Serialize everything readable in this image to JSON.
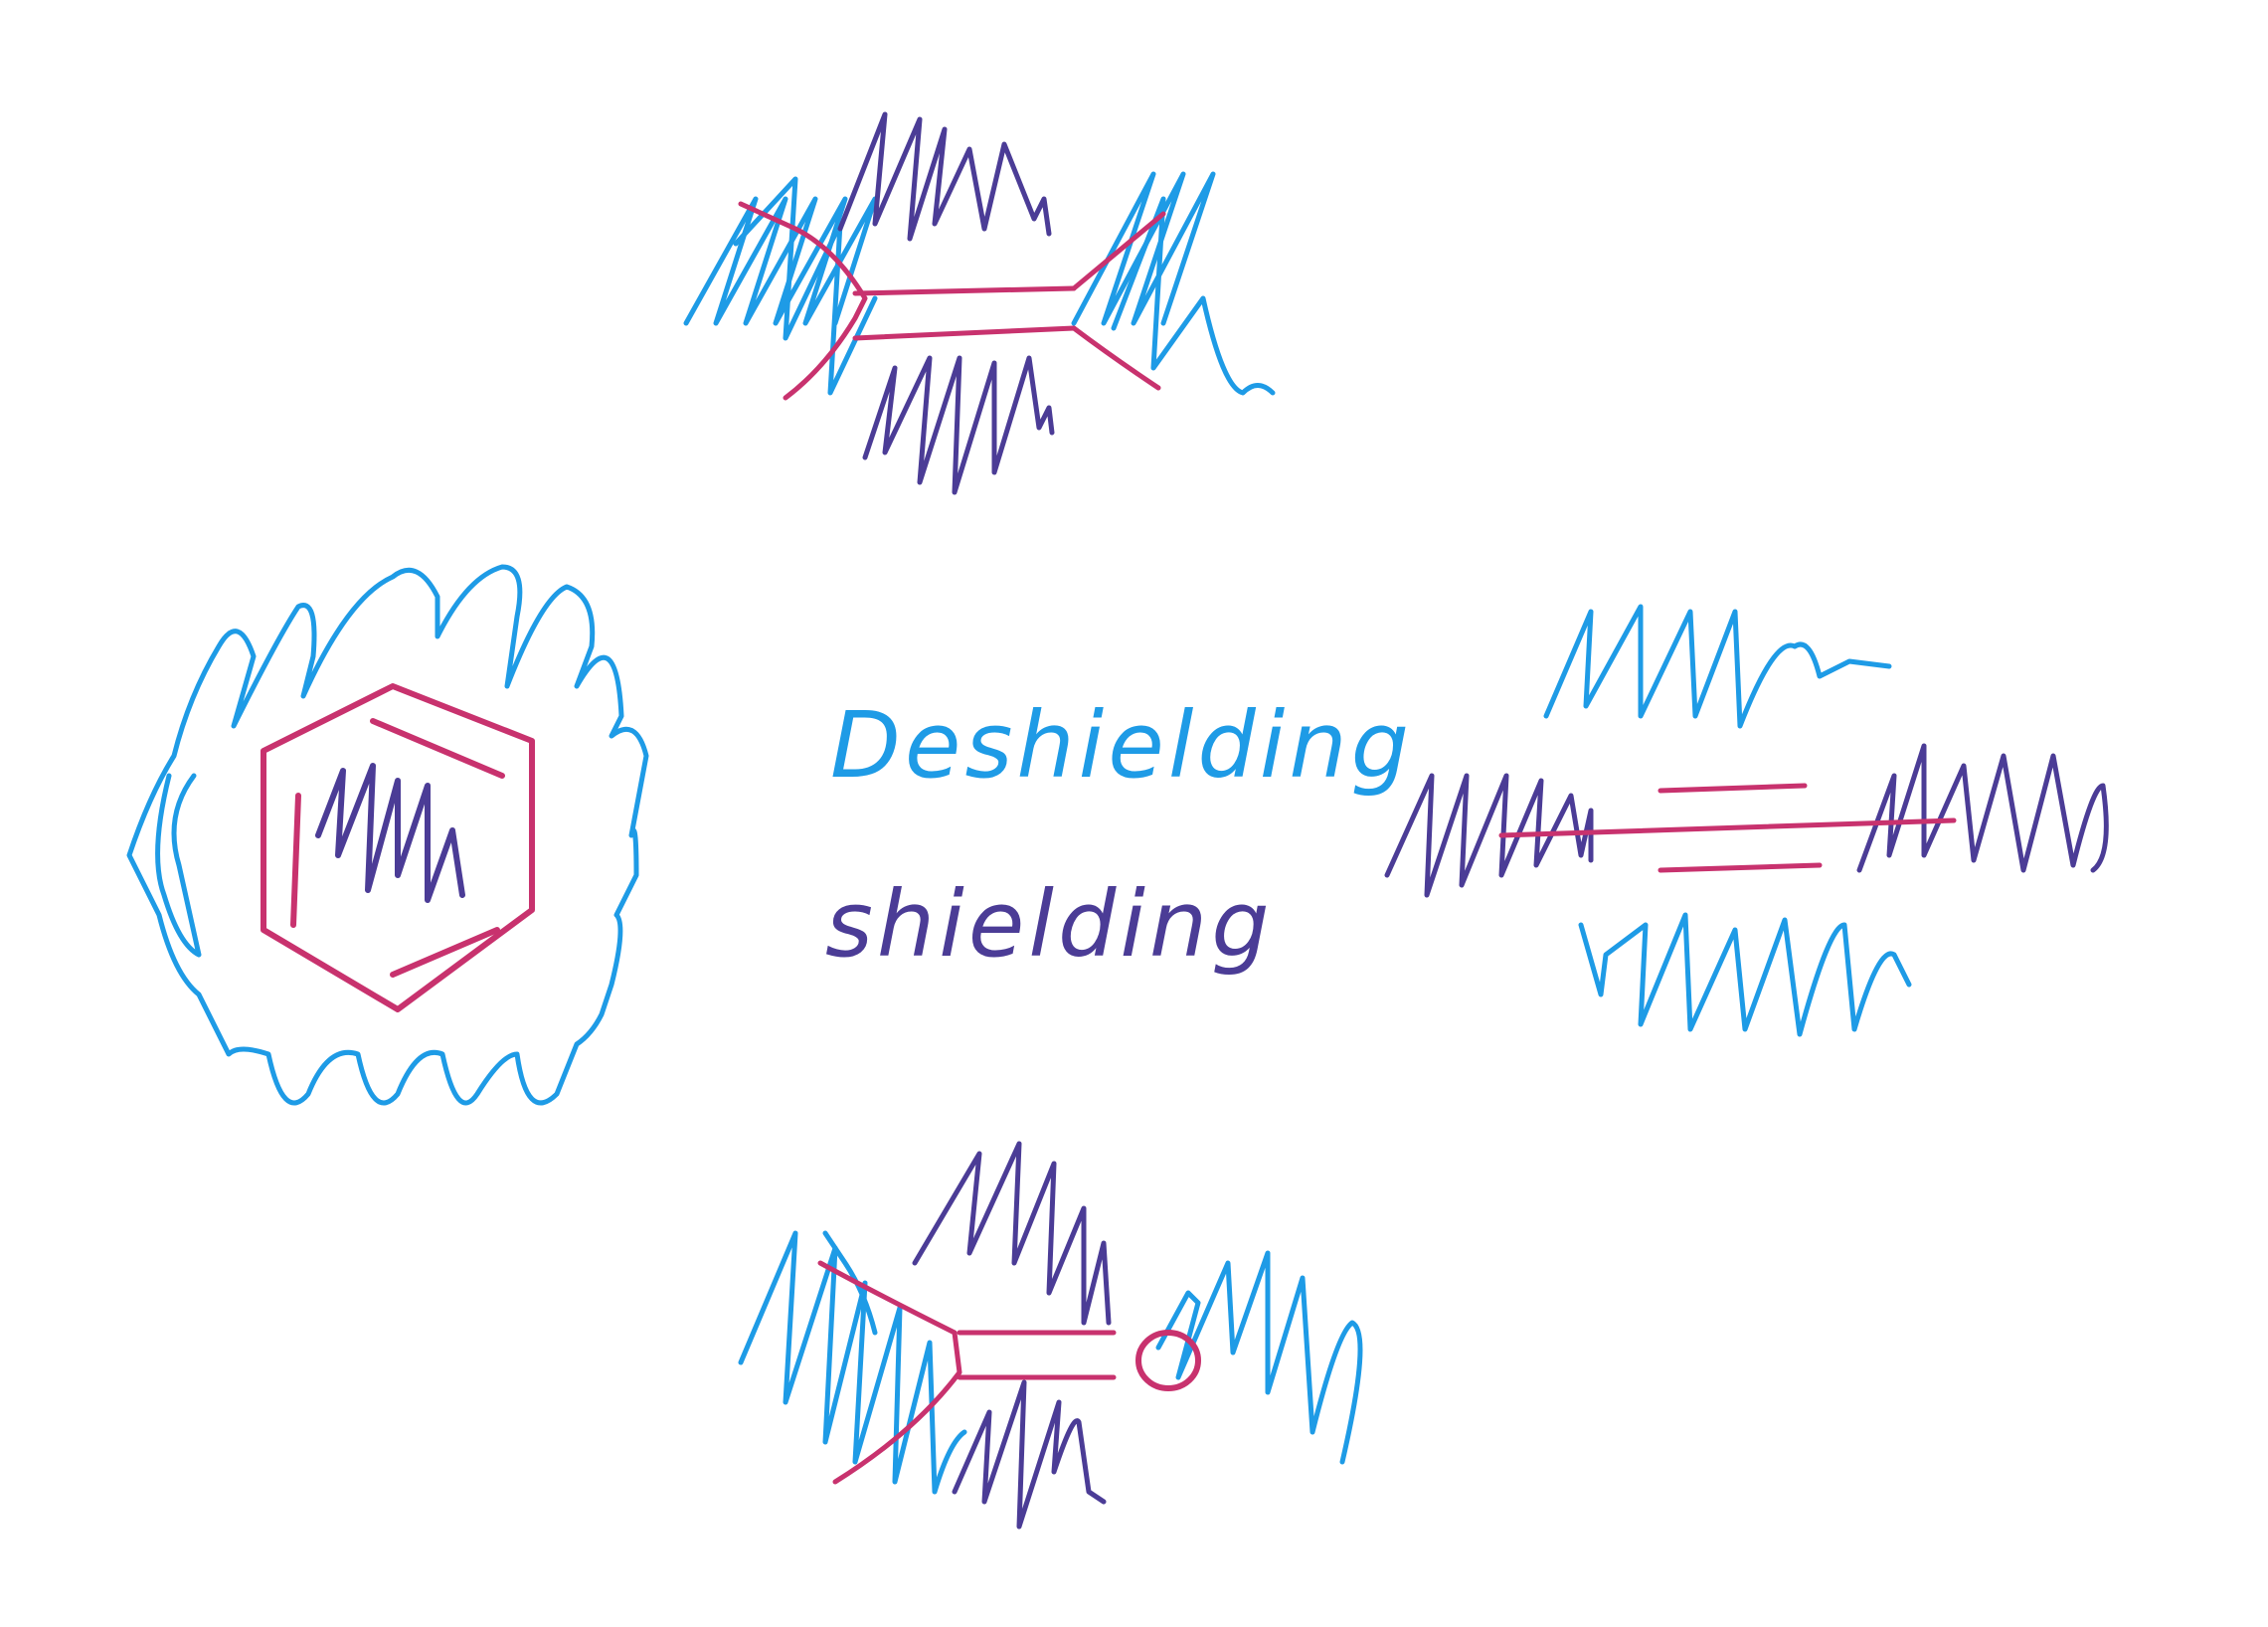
{
  "legend": {
    "deshielding_label": "Deshielding",
    "shielding_label": "shielding"
  },
  "colors": {
    "background": "#ffffff",
    "deshielding": "#1e9be6",
    "shielding": "#4b3c96",
    "bonds": "#c8326e"
  },
  "molecules": [
    {
      "id": "alkene",
      "position": "top"
    },
    {
      "id": "benzene",
      "position": "left"
    },
    {
      "id": "alkyne",
      "position": "right"
    },
    {
      "id": "carbonyl",
      "position": "bottom"
    }
  ]
}
